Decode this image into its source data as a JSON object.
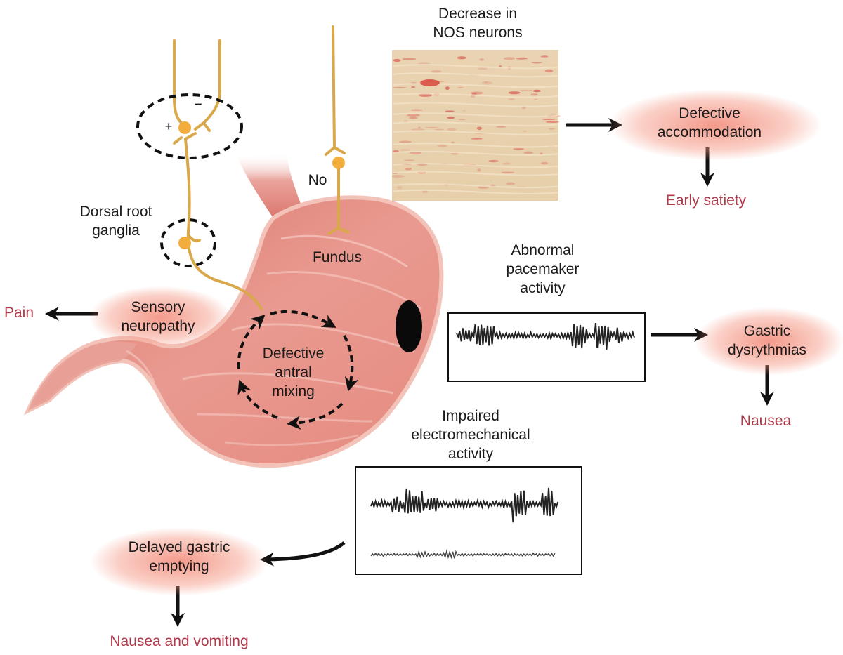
{
  "colors": {
    "nerve": "#d9a84a",
    "nerve_body": "#f2ad3c",
    "stomach": "#e8948c",
    "stomach_dark": "#c8645e",
    "stomach_edge": "#f4c4bb",
    "outcome_text": "#b03a4a",
    "glow": "#f07864",
    "histology": "#e9d3b0"
  },
  "labels": {
    "nos_title": "Decrease in\nNOS neurons",
    "defective_accommodation": "Defective\naccommodation",
    "early_satiety": "Early satiety",
    "no": "No",
    "fundus": "Fundus",
    "dorsal_root_ganglia": "Dorsal root\nganglia",
    "plus": "+",
    "minus": "−",
    "sensory_neuropathy": "Sensory\nneuropathy",
    "pain": "Pain",
    "defective_antral_mixing": "Defective\nantral\nmixing",
    "abnormal_pacemaker": "Abnormal\npacemaker\nactivity",
    "gastric_dysrhythmias": "Gastric\ndysrythmias",
    "nausea": "Nausea",
    "impaired_em": "Impaired\nelectromechanical\nactivity",
    "delayed_emptying": "Delayed gastric\nemptying",
    "nausea_vomiting": "Nausea and vomiting"
  }
}
